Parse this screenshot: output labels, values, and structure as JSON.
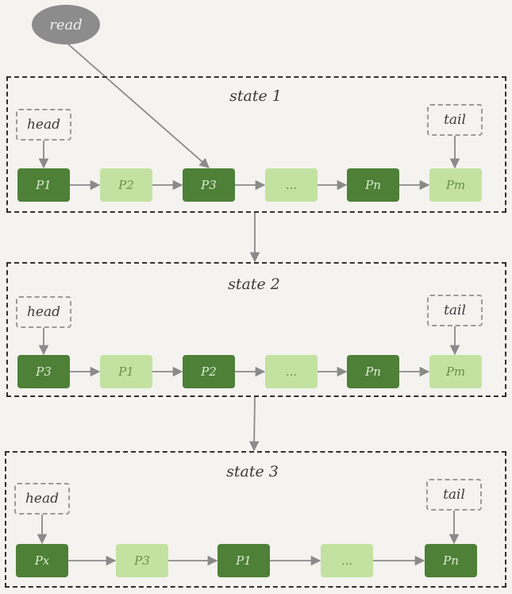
{
  "read": {
    "label": "read"
  },
  "states": [
    {
      "label": "state 1",
      "head": "head",
      "tail": "tail",
      "pages": [
        {
          "label": "P1",
          "tone": "dark"
        },
        {
          "label": "P2",
          "tone": "light"
        },
        {
          "label": "P3",
          "tone": "dark"
        },
        {
          "label": "...",
          "tone": "light"
        },
        {
          "label": "Pn",
          "tone": "dark"
        },
        {
          "label": "Pm",
          "tone": "light"
        }
      ]
    },
    {
      "label": "state 2",
      "head": "head",
      "tail": "tail",
      "pages": [
        {
          "label": "P3",
          "tone": "dark"
        },
        {
          "label": "P1",
          "tone": "light"
        },
        {
          "label": "P2",
          "tone": "dark"
        },
        {
          "label": "...",
          "tone": "light"
        },
        {
          "label": "Pn",
          "tone": "dark"
        },
        {
          "label": "Pm",
          "tone": "light"
        }
      ]
    },
    {
      "label": "state 3",
      "head": "head",
      "tail": "tail",
      "pages": [
        {
          "label": "Px",
          "tone": "dark"
        },
        {
          "label": "P3",
          "tone": "light"
        },
        {
          "label": "P1",
          "tone": "dark"
        },
        {
          "label": "...",
          "tone": "light"
        },
        {
          "label": "Pn",
          "tone": "dark"
        }
      ]
    }
  ],
  "colors": {
    "dark_page": "#4e8038",
    "light_page": "#c3e2a1",
    "frame": "#2f2f2f",
    "arrow": "#8a8a8a",
    "read_node": "#8c8c8c",
    "background": "#f4f3ef"
  }
}
